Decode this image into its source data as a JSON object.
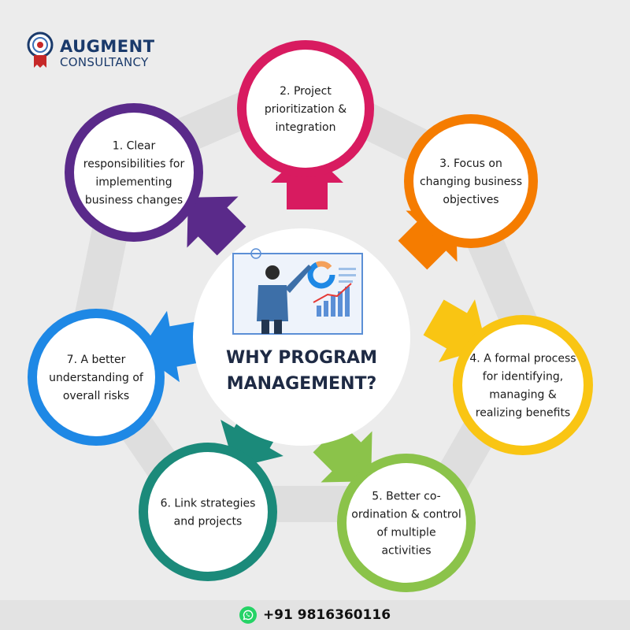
{
  "brand": {
    "line1": "AUGMENT",
    "line2": "CONSULTANCY",
    "color": "#1a3a6b",
    "accent": "#c62828"
  },
  "center": {
    "title_line1": "WHY PROGRAM",
    "title_line2": "MANAGEMENT?",
    "title_color": "#1e2a44"
  },
  "points": [
    {
      "id": "p1",
      "lines": [
        "1. Clear",
        "responsibilities for",
        "implementing",
        "business changes"
      ],
      "color": "#5a2a8a"
    },
    {
      "id": "p2",
      "lines": [
        "2. Project",
        "prioritization &",
        "integration"
      ],
      "color": "#d81b60"
    },
    {
      "id": "p3",
      "lines": [
        "3. Focus on",
        "changing business",
        "objectives"
      ],
      "color": "#f57c00"
    },
    {
      "id": "p4",
      "lines": [
        "4. A formal process",
        "for identifying,",
        "managing &",
        "realizing benefits"
      ],
      "color": "#f9c513"
    },
    {
      "id": "p5",
      "lines": [
        "5. Better co-",
        "ordination & control",
        "of multiple",
        "activities"
      ],
      "color": "#8bc34a"
    },
    {
      "id": "p6",
      "lines": [
        "6. Link strategies",
        "and projects"
      ],
      "color": "#1b8a7a"
    },
    {
      "id": "p7",
      "lines": [
        "7. A better",
        "understanding of",
        "overall risks"
      ],
      "color": "#1e88e5"
    }
  ],
  "contact": {
    "phone": "+91 9816360116",
    "icon": "whatsapp-icon",
    "icon_color": "#25d366"
  }
}
